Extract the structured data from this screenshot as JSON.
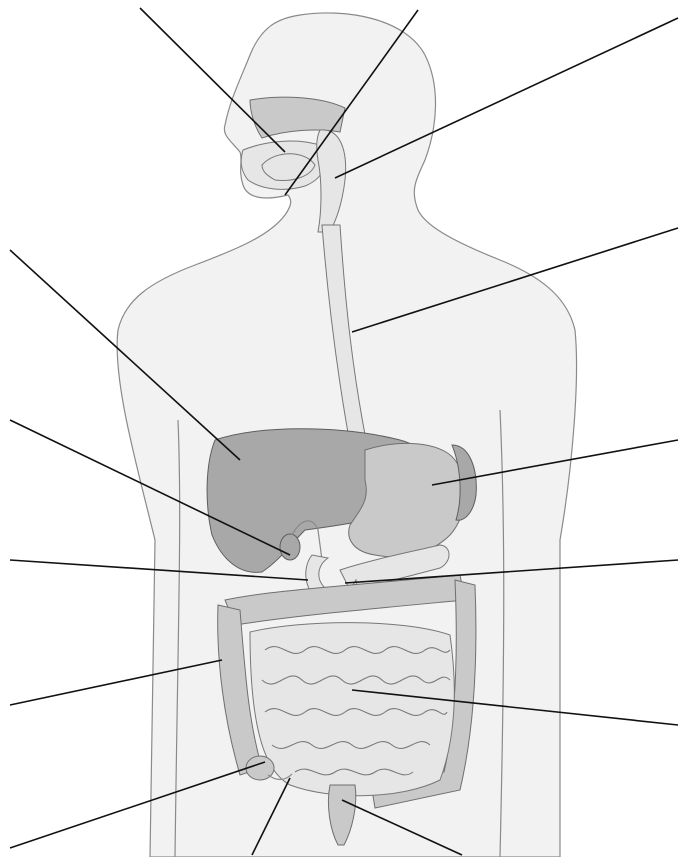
{
  "diagram": {
    "leader_count": 14,
    "labels": [
      {
        "id": "nasal-cavity",
        "text": ""
      },
      {
        "id": "oral-cavity",
        "text": ""
      },
      {
        "id": "pharynx",
        "text": ""
      },
      {
        "id": "esophagus",
        "text": ""
      },
      {
        "id": "liver",
        "text": ""
      },
      {
        "id": "stomach",
        "text": ""
      },
      {
        "id": "gallbladder",
        "text": ""
      },
      {
        "id": "duodenum",
        "text": ""
      },
      {
        "id": "pancreas",
        "text": ""
      },
      {
        "id": "colon",
        "text": ""
      },
      {
        "id": "small-intestine",
        "text": ""
      },
      {
        "id": "cecum",
        "text": ""
      },
      {
        "id": "appendix",
        "text": ""
      },
      {
        "id": "rectum",
        "text": ""
      }
    ]
  },
  "colors": {
    "body": "#f2f2f2",
    "outline": "#8a8a8a",
    "liver": "#a8a8a8",
    "organ": "#c9c9c9",
    "leader": "#111111"
  }
}
